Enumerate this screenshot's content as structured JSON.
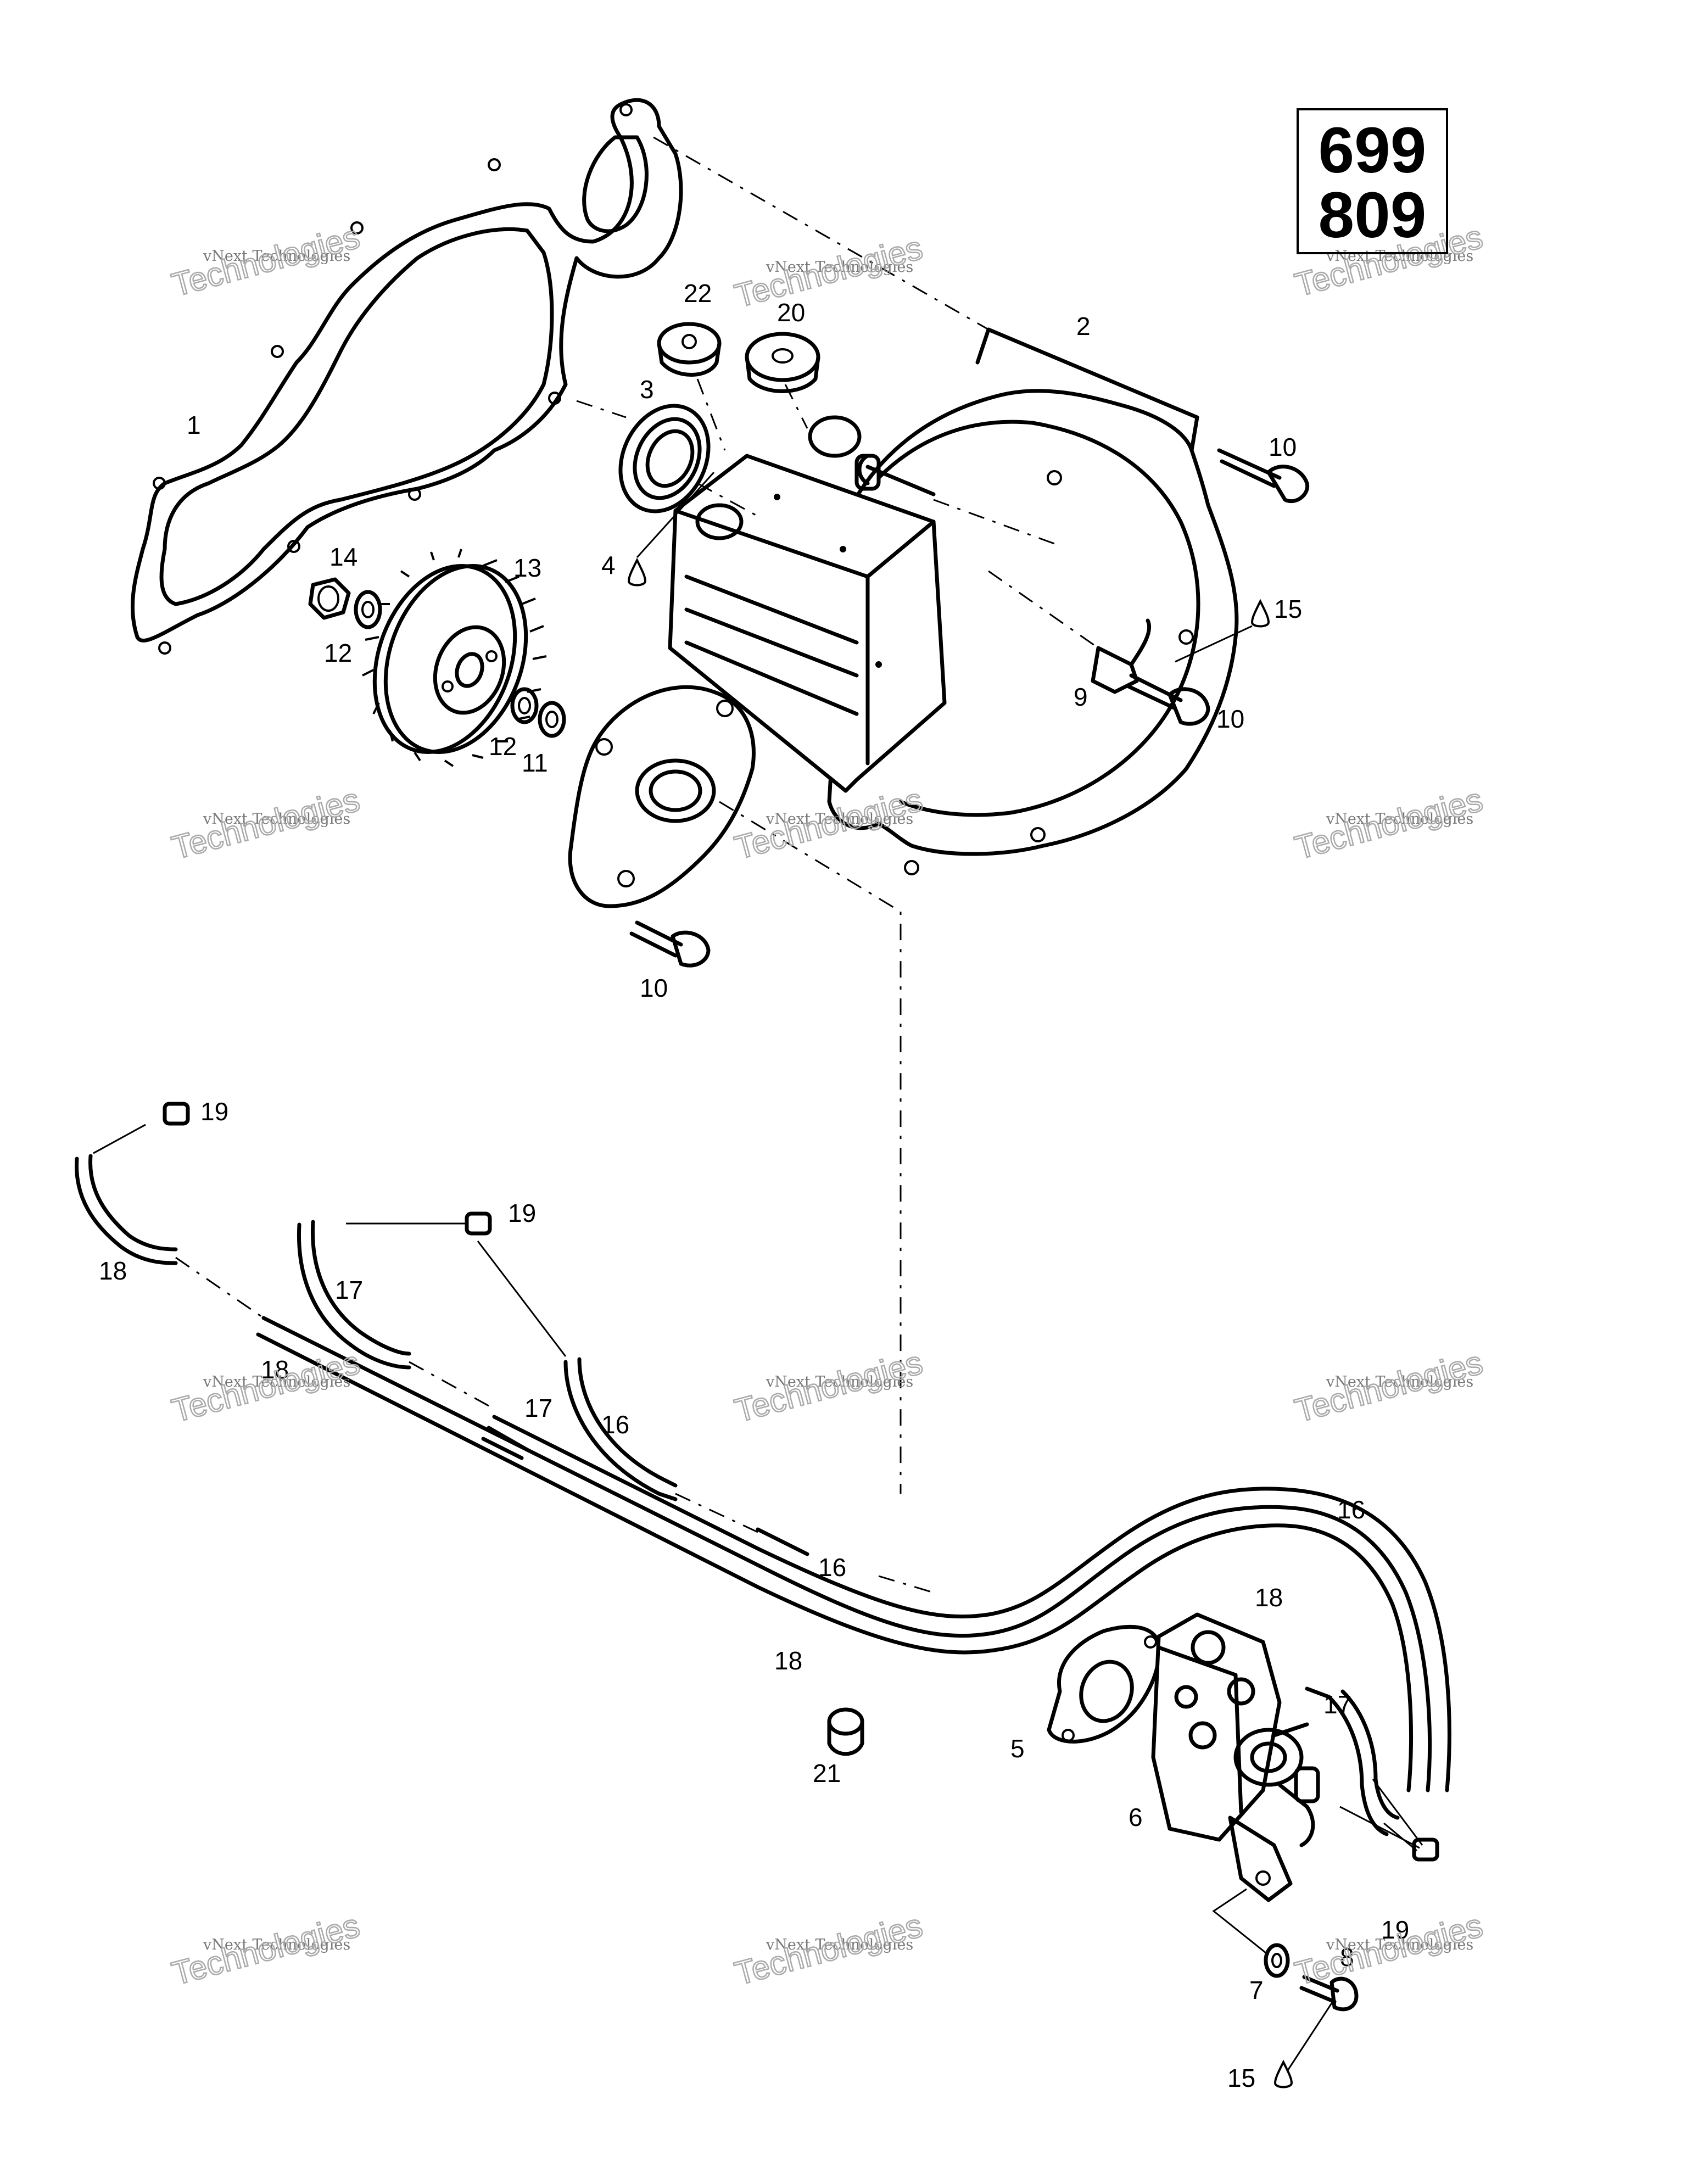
{
  "model_numbers": [
    "699",
    "809"
  ],
  "callouts": {
    "c1": "1",
    "c2": "2",
    "c3": "3",
    "c4": "4",
    "c5": "5",
    "c6": "6",
    "c7": "7",
    "c8": "8",
    "c9": "9",
    "c10a": "10",
    "c10b": "10",
    "c10c": "10",
    "c11": "11",
    "c12a": "12",
    "c12b": "12",
    "c13": "13",
    "c14": "14",
    "c15a": "15",
    "c15b": "15",
    "c16a": "16",
    "c16b": "16",
    "c16c": "16",
    "c17a": "17",
    "c17b": "17",
    "c17c": "17",
    "c18a": "18",
    "c18b": "18",
    "c18c": "18",
    "c18d": "18",
    "c19a": "19",
    "c19b": "19",
    "c19c": "19",
    "c20": "20",
    "c21": "21",
    "c22": "22"
  },
  "watermark": {
    "line1": "vNext Technologies",
    "line2": "Technologies"
  }
}
